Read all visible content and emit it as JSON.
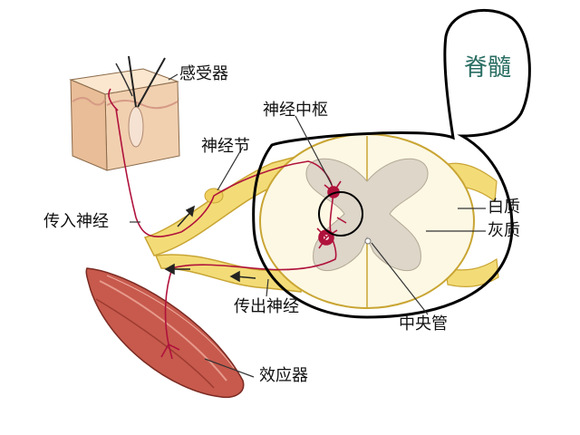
{
  "labels": {
    "spinal_cord": "脊髓",
    "receptor": "感受器",
    "nerve_center": "神经中枢",
    "ganglion": "神经节",
    "afferent_nerve": "传入神经",
    "efferent_nerve": "传出神经",
    "white_matter": "白质",
    "gray_matter": "灰质",
    "central_canal": "中央管",
    "effector": "效应器"
  },
  "colors": {
    "nerve_yellow": "#f3dc78",
    "nerve_edge": "#c9a533",
    "white_matter": "#fdf8e4",
    "gray_matter": "#ddd6c9",
    "neuron_red": "#b0123c",
    "muscle": "#c75a4d",
    "skin": "#f1d0b0",
    "callout_text": "#2a6e63"
  }
}
